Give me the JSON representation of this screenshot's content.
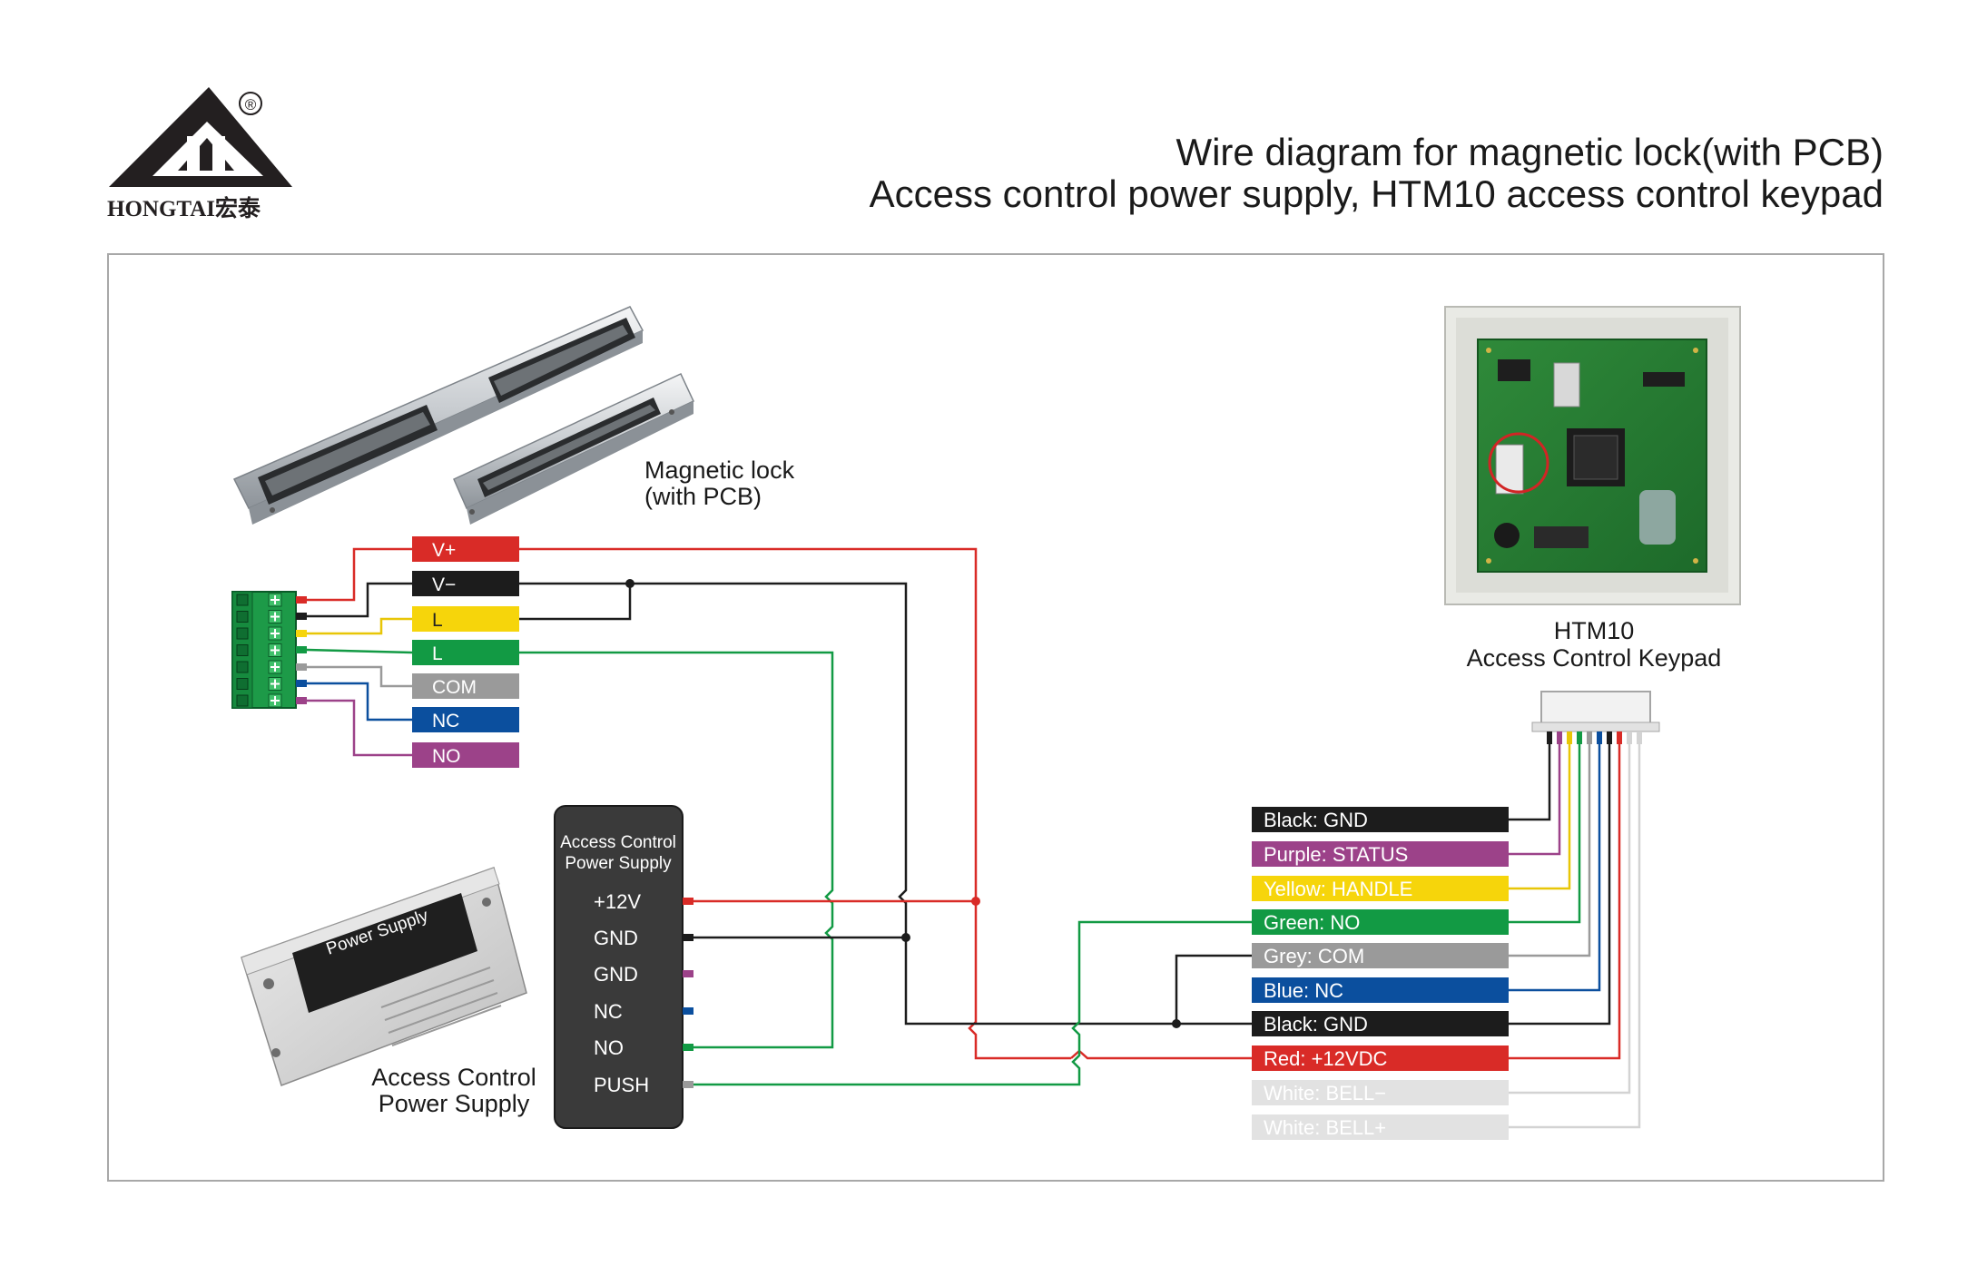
{
  "header": {
    "title_line1": "Wire diagram for magnetic lock(with PCB)",
    "title_line2": "Access control power supply, HTM10 access control keypad"
  },
  "logo": {
    "brand": "HONGTAI宏泰",
    "registered": "®"
  },
  "magnetic_lock": {
    "caption_line1": "Magnetic lock",
    "caption_line2": "(with PCB)",
    "terminals": [
      {
        "id": "vplus",
        "label": "V+",
        "color": "#d92b27"
      },
      {
        "id": "vminus",
        "label": "V−",
        "color": "#1c1c1c"
      },
      {
        "id": "l1",
        "label": "L",
        "color": "#f6d50b"
      },
      {
        "id": "l2",
        "label": "L",
        "color": "#129a44"
      },
      {
        "id": "com",
        "label": "COM",
        "color": "#9a9a9a"
      },
      {
        "id": "nc",
        "label": "NC",
        "color": "#0b4f9e"
      },
      {
        "id": "no",
        "label": "NO",
        "color": "#9c4289"
      }
    ]
  },
  "power_supply": {
    "caption_line1": "Access Control",
    "caption_line2": "Power Supply",
    "device_label": "Power Supply",
    "panel_title_line1": "Access Control",
    "panel_title_line2": "Power Supply",
    "terminals": [
      {
        "id": "v12",
        "label": "+12V",
        "color": "#d92b27"
      },
      {
        "id": "gnd1",
        "label": "GND",
        "color": "#1c1c1c"
      },
      {
        "id": "gnd2",
        "label": "GND",
        "color": "#9c4289"
      },
      {
        "id": "nc",
        "label": "NC",
        "color": "#0b4f9e"
      },
      {
        "id": "no",
        "label": "NO",
        "color": "#129a44"
      },
      {
        "id": "push",
        "label": "PUSH",
        "color": "#9a9a9a"
      }
    ]
  },
  "keypad": {
    "caption_line1": "HTM10",
    "caption_line2": "Access Control Keypad",
    "wires": [
      {
        "id": "black_gnd_1",
        "label": "Black: GND",
        "color": "#1c1c1c",
        "text_dark": false
      },
      {
        "id": "purple_status",
        "label": "Purple: STATUS",
        "color": "#9c4289",
        "text_dark": false
      },
      {
        "id": "yellow_handle",
        "label": "Yellow: HANDLE",
        "color": "#f6d50b",
        "text_dark": true
      },
      {
        "id": "green_no",
        "label": "Green: NO",
        "color": "#129a44",
        "text_dark": false
      },
      {
        "id": "grey_com",
        "label": "Grey: COM",
        "color": "#9a9a9a",
        "text_dark": false
      },
      {
        "id": "blue_nc",
        "label": "Blue: NC",
        "color": "#0b4f9e",
        "text_dark": false
      },
      {
        "id": "black_gnd_2",
        "label": "Black: GND",
        "color": "#1c1c1c",
        "text_dark": false
      },
      {
        "id": "red_12vdc",
        "label": "Red: +12VDC",
        "color": "#d92b27",
        "text_dark": false
      },
      {
        "id": "white_bell_minus",
        "label": "White: BELL−",
        "color": "#e2e2e2",
        "text_dark": true
      },
      {
        "id": "white_bell_plus",
        "label": "White: BELL+",
        "color": "#e2e2e2",
        "text_dark": true
      }
    ]
  }
}
